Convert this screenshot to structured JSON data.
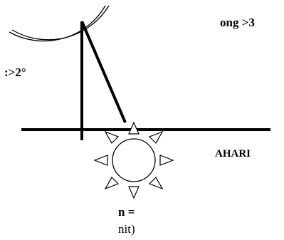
{
  "labels": {
    "top_right": "ong >3",
    "left": ":>2°",
    "right": "AHARI",
    "bottom_line1": "n =",
    "bottom_line2": "nit)"
  },
  "colors": {
    "ink": "#000000",
    "background": "#ffffff"
  }
}
